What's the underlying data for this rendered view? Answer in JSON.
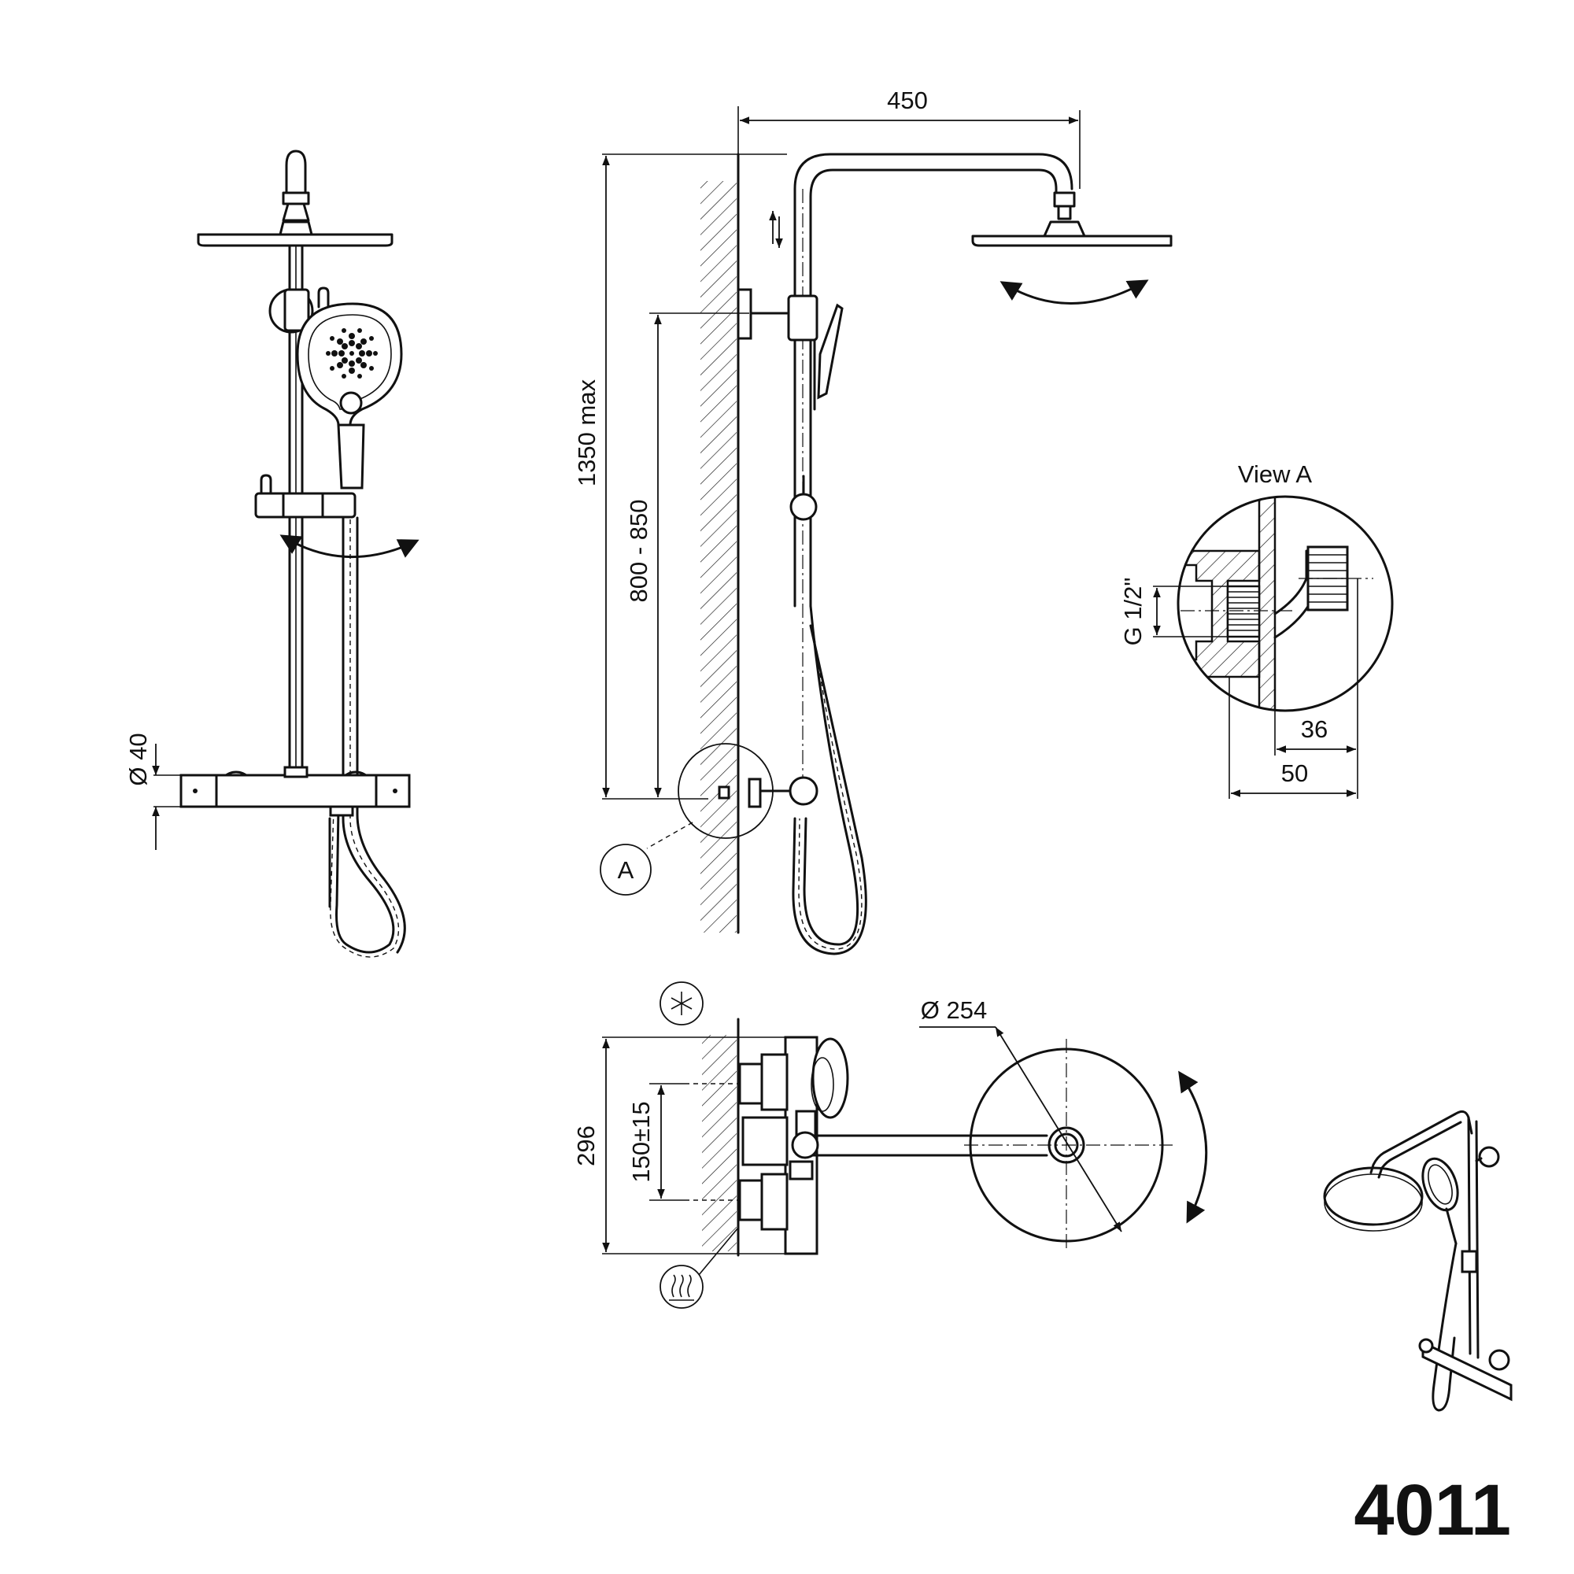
{
  "labels": {
    "width_450": "450",
    "height_1350": "1350 max",
    "range_800_850": "800 - 850",
    "dia_40": "Ø 40",
    "view_a": "View A",
    "thread": "G 1/2\"",
    "dim_36": "36",
    "dim_50": "50",
    "detail_marker": "A",
    "dia_254": "Ø 254",
    "depth_296": "296",
    "spacing_150": "150±15",
    "model_number": "4011"
  }
}
